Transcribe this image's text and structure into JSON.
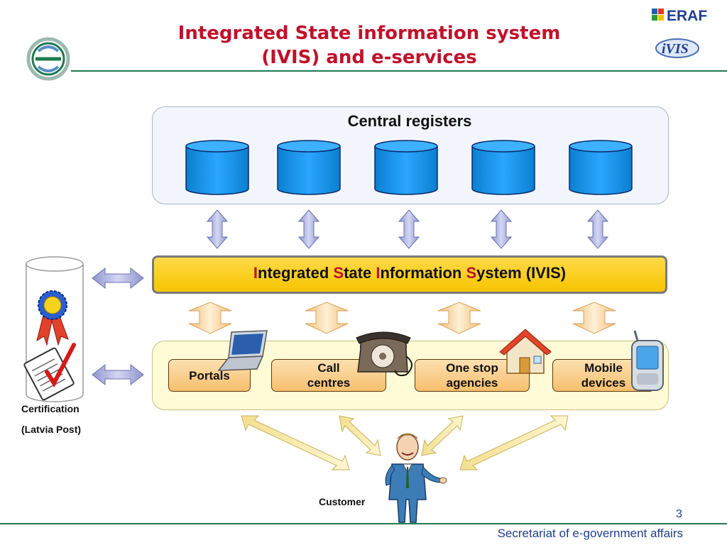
{
  "slide": {
    "title_line1": "Integrated State information system",
    "title_line2": "(IVIS) and e-services",
    "page_number": "3",
    "footer": "Secretariat of e-government affairs",
    "logo_right_top": "ERAF",
    "logo_right_bottom": "iVIS"
  },
  "diagram": {
    "central_registers": "Central registers",
    "ivis": {
      "p1_letter": "I",
      "p1_rest": "ntegrated ",
      "p2_letter": "S",
      "p2_rest": "tate ",
      "p3_letter": "I",
      "p3_rest": "nformation ",
      "p4_letter": "S",
      "p4_rest": "ystem (IVIS)"
    },
    "channels": {
      "portals": "Portals",
      "call_line1": "Call",
      "call_line2": "centres",
      "stop_line1": "One stop",
      "stop_line2": "agencies",
      "mobile_line1": "Mobile",
      "mobile_line2": "devices"
    },
    "certification_line1": "Certification",
    "certification_line2": "(Latvia Post)",
    "customer": "Customer"
  },
  "colors": {
    "title_red": "#c0112a",
    "db_blue": "#0a8fe0",
    "ivis_yellow": "#f7c500",
    "divider_green": "#1f7a52",
    "footer_blue": "#1f3f8f"
  },
  "icons": [
    "laptop-icon",
    "telephone-icon",
    "house-icon",
    "mobile-phone-icon",
    "rosette-icon",
    "clipboard-check-icon",
    "customer-figure",
    "logo-circle-icon",
    "eraf-logo",
    "ivis-logo"
  ]
}
